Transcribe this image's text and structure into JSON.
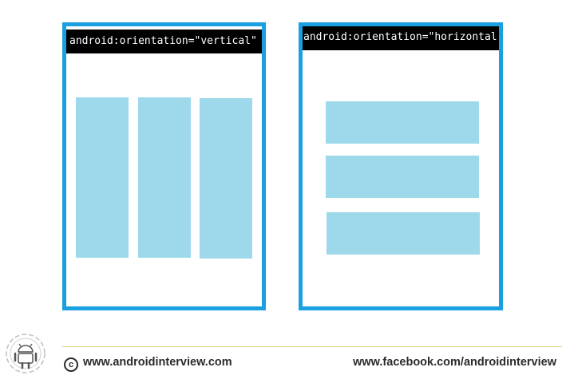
{
  "panels": {
    "vertical": {
      "label": "android:orientation=\"vertical\""
    },
    "horizontal": {
      "label": "android:orientation=\"horizontal"
    }
  },
  "footer": {
    "website": "www.androidinterview.com",
    "facebook": "www.facebook.com/androidinterview",
    "copyright_symbol": "c"
  },
  "colors": {
    "frame": "#1a9fe0",
    "block": "#9dd9ea",
    "label_bg": "#000000"
  },
  "icons": [
    "android-logo-icon",
    "copyright-icon"
  ]
}
